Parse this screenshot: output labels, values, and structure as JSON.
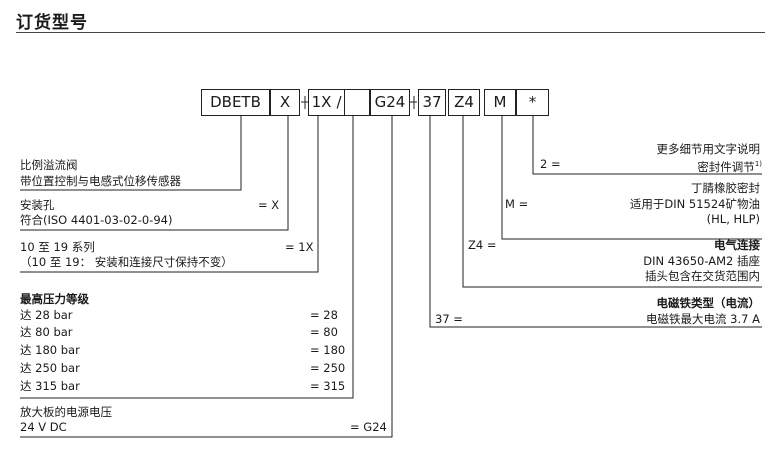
{
  "title": "订货型号",
  "code": {
    "dbetb": "DBETB",
    "x": "X",
    "dash1": "–",
    "onex": "1X",
    "slash": "/",
    "blank": "",
    "g24": "G24",
    "dash2": "–",
    "n37": "37",
    "z4": "Z4",
    "m": "M",
    "star": "*"
  },
  "left": {
    "valve_line1": "比例溢流阀",
    "valve_line2": "带位置控制与电感式位移传感器",
    "mount_line1": "安装孔",
    "mount_line2": "符合(ISO 4401-03-02-0-94)",
    "mount_code": "= X",
    "series_line1": "10 至 19 系列",
    "series_line2": "（10 至 19：  安装和连接尺寸保持不变）",
    "series_code": "= 1X",
    "pressure_heading": "最高压力等级",
    "pressures": [
      {
        "label": "达 28 bar",
        "code": "= 28"
      },
      {
        "label": "达 80 bar",
        "code": "= 80"
      },
      {
        "label": "达 180 bar",
        "code": "= 180"
      },
      {
        "label": "达 250 bar",
        "code": "= 250"
      },
      {
        "label": "达 315 bar",
        "code": "= 315"
      }
    ],
    "power_line1": "放大板的电源电压",
    "power_line2": "24 V DC",
    "power_code": "= G24"
  },
  "right": {
    "more_line1": "更多细节用文字说明",
    "more_line2": "密封件调节",
    "more_sup": "1)",
    "more_code": "2 =",
    "seal_line1": "丁腈橡胶密封",
    "seal_line2": "适用于DIN 51524矿物油",
    "seal_line3": "(HL, HLP)",
    "seal_code": "M =",
    "elec_heading": "电气连接",
    "elec_line1": "DIN 43650-AM2 插座",
    "elec_line2": "插头包含在交货范围内",
    "elec_code": "Z4 =",
    "sol_heading": "电磁铁类型（电流）",
    "sol_line1": "电磁铁最大电流 3.7 A",
    "sol_code": "37 ="
  }
}
